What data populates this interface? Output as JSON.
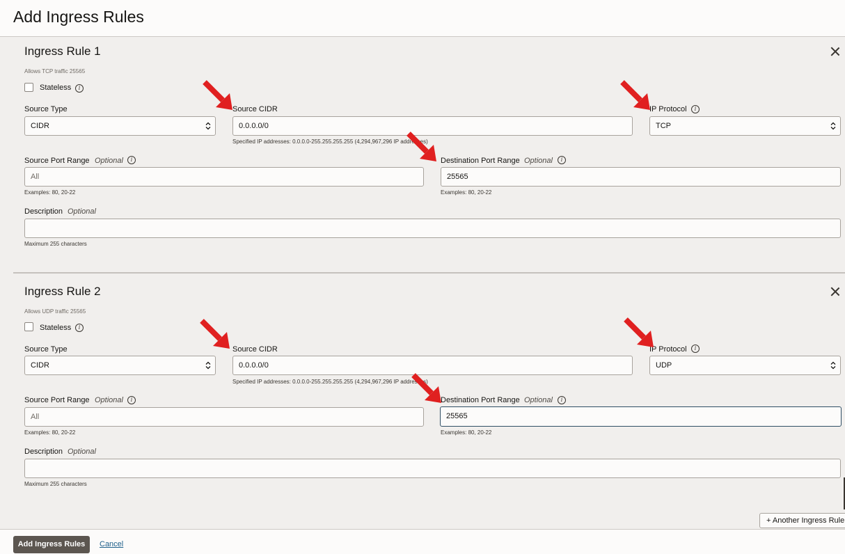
{
  "header": {
    "title": "Add Ingress Rules"
  },
  "rules": [
    {
      "title": "Ingress Rule 1",
      "description_text": "Allows TCP traffic 25565",
      "stateless_label": "Stateless",
      "source_type": {
        "label": "Source Type",
        "value": "CIDR"
      },
      "source_cidr": {
        "label": "Source CIDR",
        "value": "0.0.0.0/0",
        "help": "Specified IP addresses: 0.0.0.0-255.255.255.255 (4,294,967,296 IP addresses)"
      },
      "ip_protocol": {
        "label": "IP Protocol",
        "value": "TCP"
      },
      "source_port_range": {
        "label": "Source Port Range",
        "optional": "Optional",
        "placeholder": "All",
        "help": "Examples: 80, 20-22"
      },
      "destination_port_range": {
        "label": "Destination Port Range",
        "optional": "Optional",
        "value": "25565",
        "help": "Examples: 80, 20-22"
      },
      "description": {
        "label": "Description",
        "optional": "Optional",
        "value": "",
        "help": "Maximum 255 characters"
      }
    },
    {
      "title": "Ingress Rule 2",
      "description_text": "Allows UDP traffic 25565",
      "stateless_label": "Stateless",
      "source_type": {
        "label": "Source Type",
        "value": "CIDR"
      },
      "source_cidr": {
        "label": "Source CIDR",
        "value": "0.0.0.0/0",
        "help": "Specified IP addresses: 0.0.0.0-255.255.255.255 (4,294,967,296 IP addresses)"
      },
      "ip_protocol": {
        "label": "IP Protocol",
        "value": "UDP"
      },
      "source_port_range": {
        "label": "Source Port Range",
        "optional": "Optional",
        "placeholder": "All",
        "help": "Examples: 80, 20-22"
      },
      "destination_port_range": {
        "label": "Destination Port Range",
        "optional": "Optional",
        "value": "25565",
        "help": "Examples: 80, 20-22"
      },
      "description": {
        "label": "Description",
        "optional": "Optional",
        "value": "",
        "help": "Maximum 255 characters"
      }
    }
  ],
  "add_another_label": "+ Another Ingress Rule",
  "footer": {
    "primary_label": "Add Ingress Rules",
    "cancel_label": "Cancel"
  },
  "colors": {
    "annotation_arrow": "#e02020",
    "primary_button": "#5c5650",
    "link": "#1d5f8a"
  },
  "icons": {
    "info": "info-icon",
    "close": "close-icon",
    "select": "select-arrows-icon",
    "annotation": "red-arrow-annotation"
  }
}
